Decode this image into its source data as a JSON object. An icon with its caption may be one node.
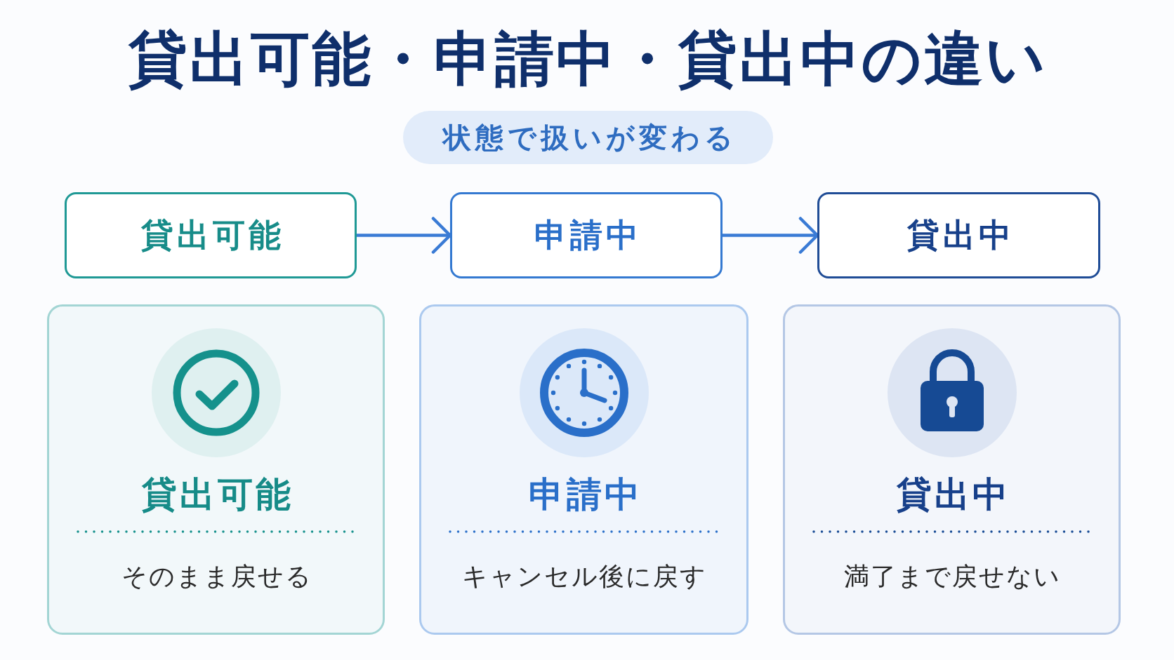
{
  "diagram": {
    "title": "貸出可能・申請中・貸出中の違い",
    "nodes": [
      {
        "text": [
          "状態で扱いが変わる"
        ]
      },
      {
        "text": [
          "貸出可能"
        ]
      },
      {
        "text": [
          "申請中"
        ]
      },
      {
        "text": [
          "貸出中"
        ]
      },
      {
        "text": [
          "貸出可能",
          "そのまま戻せる"
        ]
      },
      {
        "text": [
          "申請中",
          "キャンセル後に戻す"
        ]
      },
      {
        "text": [
          "貸出中",
          "満了まで戻せない"
        ]
      }
    ],
    "edges": [
      {
        "from": 1,
        "to": 2,
        "arrow": "to"
      },
      {
        "from": 2,
        "to": 3,
        "arrow": "to"
      }
    ]
  }
}
